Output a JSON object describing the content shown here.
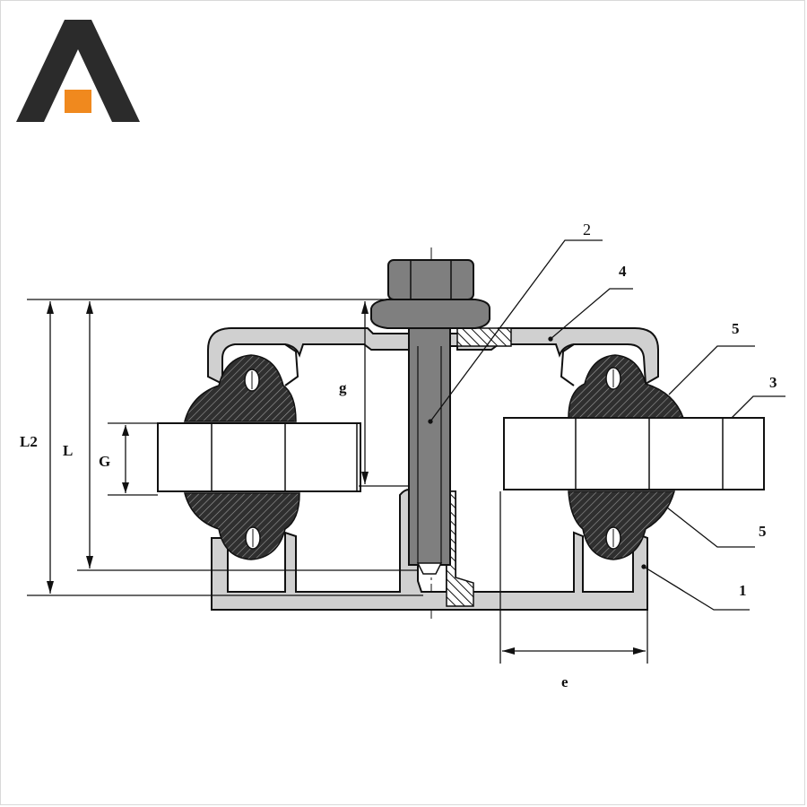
{
  "logo": {
    "colors": {
      "dark": "#2b2b2b",
      "accent": "#f0891e"
    }
  },
  "dimensions": {
    "L2": "L2",
    "L": "L",
    "G": "G",
    "g": "g",
    "e": "e"
  },
  "callouts": {
    "c1": "1",
    "c2": "2",
    "c3": "3",
    "c4": "4",
    "c5_top": "5",
    "c5_bottom": "5"
  },
  "colors": {
    "profile_fill": "#d0d0d0",
    "gasket_fill": "#3a3a3a",
    "bolt_fill": "#7f7f7f",
    "line": "#111111"
  }
}
